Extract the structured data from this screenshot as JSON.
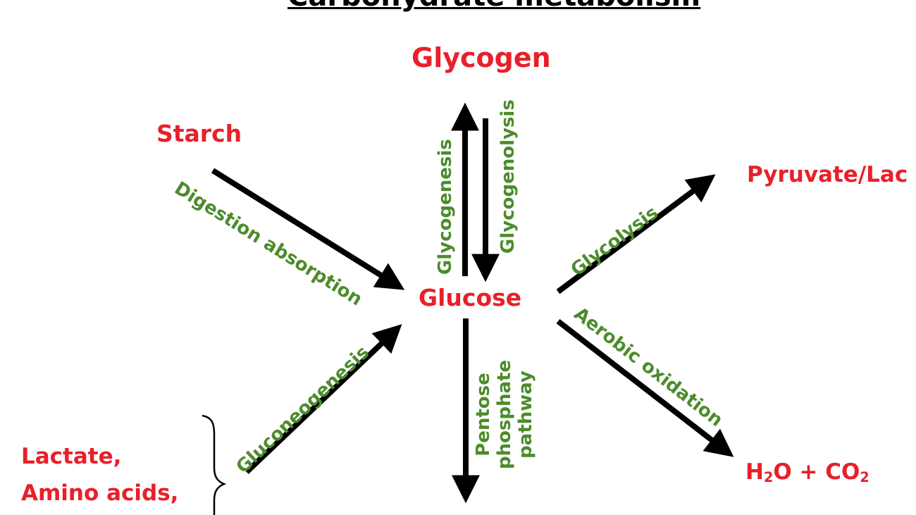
{
  "title": "Carbohydrate metabolism",
  "nodes": {
    "glycogen": "Glycogen",
    "starch": "Starch",
    "glucose": "Glucose",
    "pyruvate": "Pyruvate/Lac",
    "h2o_co2": {
      "h": "H",
      "sub2a": "2",
      "o": "O + CO",
      "sub2b": "2"
    },
    "precursors": [
      "Lactate,",
      "Amino acids,"
    ]
  },
  "pathways": {
    "digestion": "Digestion absorption",
    "glycogenesis": "Glycogenesis",
    "glycogenolysis": "Glycogenolysis",
    "glycolysis": "Glycolysis",
    "aerobic": "Aerobic oxidation",
    "gluconeogenesis": "Gluconeogenesis",
    "pentose": [
      "Pentose",
      "phosphate",
      "pathway"
    ]
  },
  "colors": {
    "node": "#e8202a",
    "label": "#4c8c2b",
    "arrow": "#000000"
  }
}
